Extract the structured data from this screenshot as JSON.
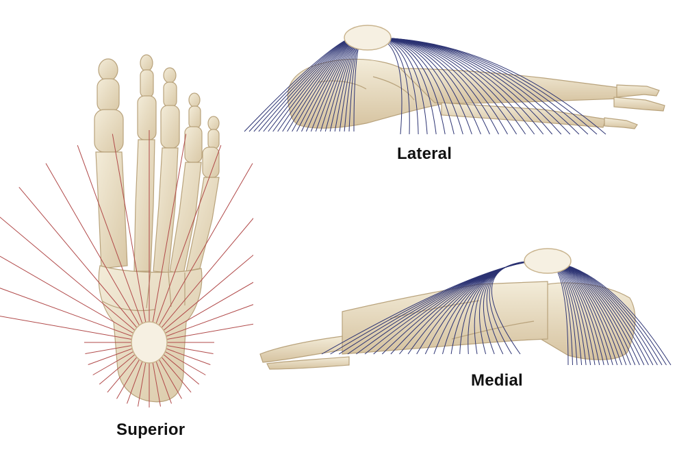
{
  "labels": {
    "superior": "Superior",
    "lateral": "Lateral",
    "medial": "Medial"
  },
  "colors": {
    "bone_fill": "#ede3cc",
    "bone_shade": "#d8c7a4",
    "bone_outline": "#b8a27b",
    "superior_lines": "#b04848",
    "arc_lines": "#2c3373",
    "caption_text": "#111111"
  },
  "views": [
    {
      "id": "superior",
      "line_style": "radiating straight lines",
      "line_color": "red"
    },
    {
      "id": "lateral",
      "line_style": "concentric arcs",
      "line_color": "navy"
    },
    {
      "id": "medial",
      "line_style": "concentric arcs",
      "line_color": "navy"
    }
  ]
}
